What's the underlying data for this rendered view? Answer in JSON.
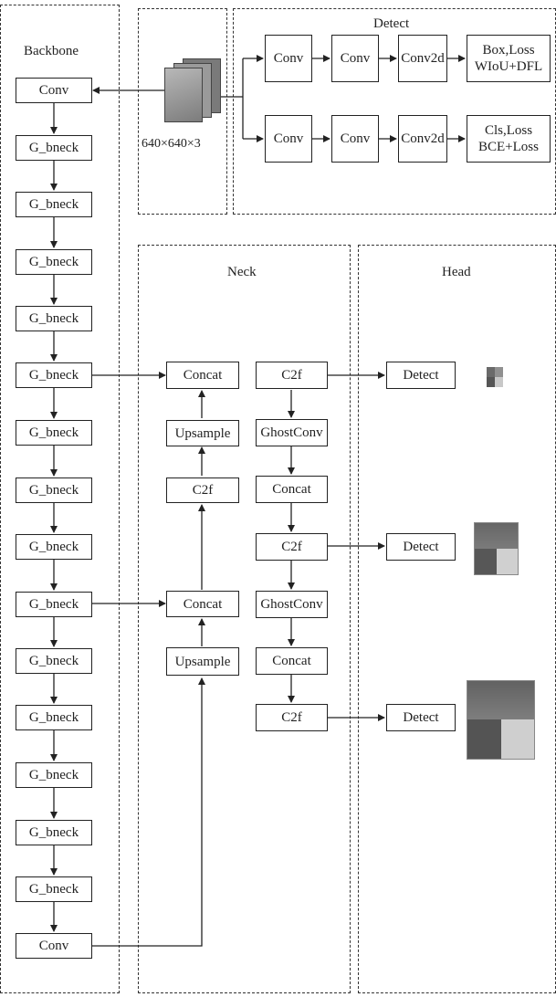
{
  "regions": {
    "backbone": "Backbone",
    "detect": "Detect",
    "neck": "Neck",
    "head": "Head"
  },
  "input_size": "640×640×3",
  "backbone_blocks": [
    "Conv",
    "G_bneck",
    "G_bneck",
    "G_bneck",
    "G_bneck",
    "G_bneck",
    "G_bneck",
    "G_bneck",
    "G_bneck",
    "G_bneck",
    "G_bneck",
    "G_bneck",
    "G_bneck",
    "G_bneck",
    "G_bneck",
    "Conv"
  ],
  "detect_rows": [
    {
      "conv1": "Conv",
      "conv2": "Conv",
      "conv2d": "Conv2d",
      "loss": "Box,Loss\nWIoU+DFL"
    },
    {
      "conv1": "Conv",
      "conv2": "Conv",
      "conv2d": "Conv2d",
      "loss": "Cls,Loss\nBCE+Loss"
    }
  ],
  "neck_left": [
    "Concat",
    "Upsample",
    "C2f",
    "Concat",
    "Upsample"
  ],
  "neck_right": [
    "C2f",
    "GhostConv",
    "Concat",
    "C2f",
    "GhostConv",
    "Concat",
    "C2f"
  ],
  "head_detects": [
    "Detect",
    "Detect",
    "Detect"
  ]
}
